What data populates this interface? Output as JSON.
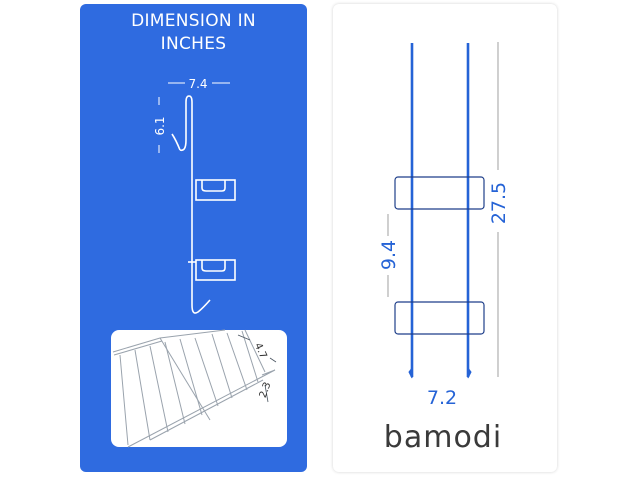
{
  "left_panel": {
    "title_line1": "DIMENSION IN",
    "title_line2": "INCHES",
    "hook_width": "7.4",
    "hook_height": "6.1",
    "basket_depth": "4.7",
    "basket_height": "2.3",
    "background_color": "#2f6be0"
  },
  "right_panel": {
    "total_height": "27.5",
    "shelf_spacing": "9.4",
    "width": "7.2",
    "brand_logo": "bamodi",
    "line_color": "#2563d6"
  }
}
